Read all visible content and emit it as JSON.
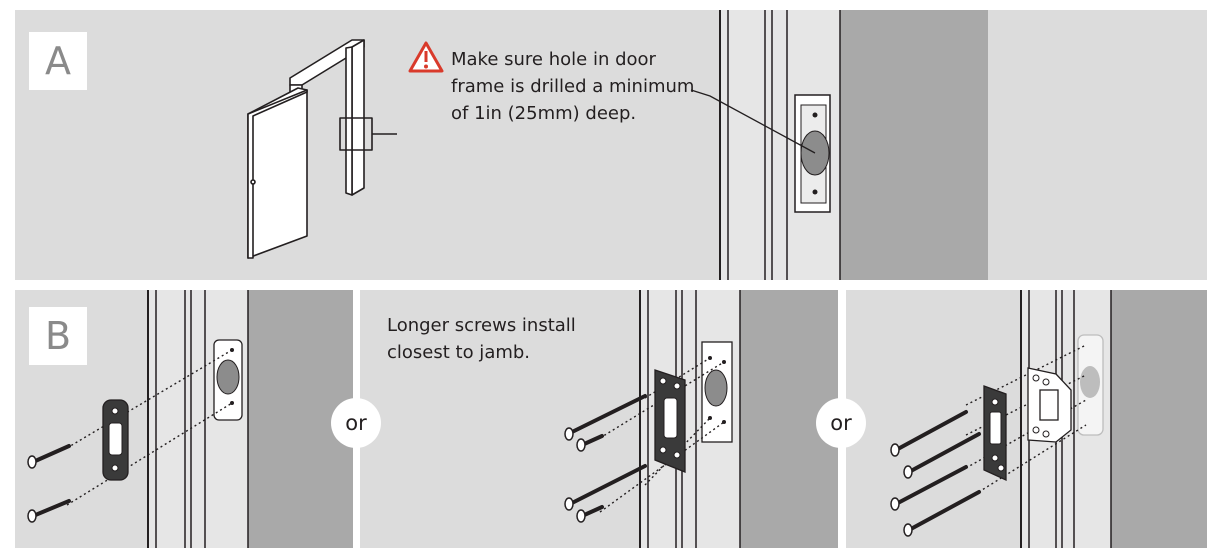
{
  "step_a": {
    "label": "A",
    "warning_icon": "warning-triangle-icon",
    "warning_color": "#d93a2b",
    "warning_lines": [
      "Make sure hole in door",
      "frame is drilled a minimum",
      "of 1in (25mm) deep."
    ]
  },
  "step_b": {
    "label": "B",
    "or_label_1": "or",
    "or_label_2": "or",
    "note_lines": [
      "Longer screws install",
      "closest to jamb."
    ]
  },
  "colors": {
    "panel_bg": "#dcdcdc",
    "frame_dark": "#a9a9a9",
    "frame_light": "#e8e8e8",
    "strike_plate": "#3a3a3a",
    "bore_hole": "#8c8c8c"
  }
}
